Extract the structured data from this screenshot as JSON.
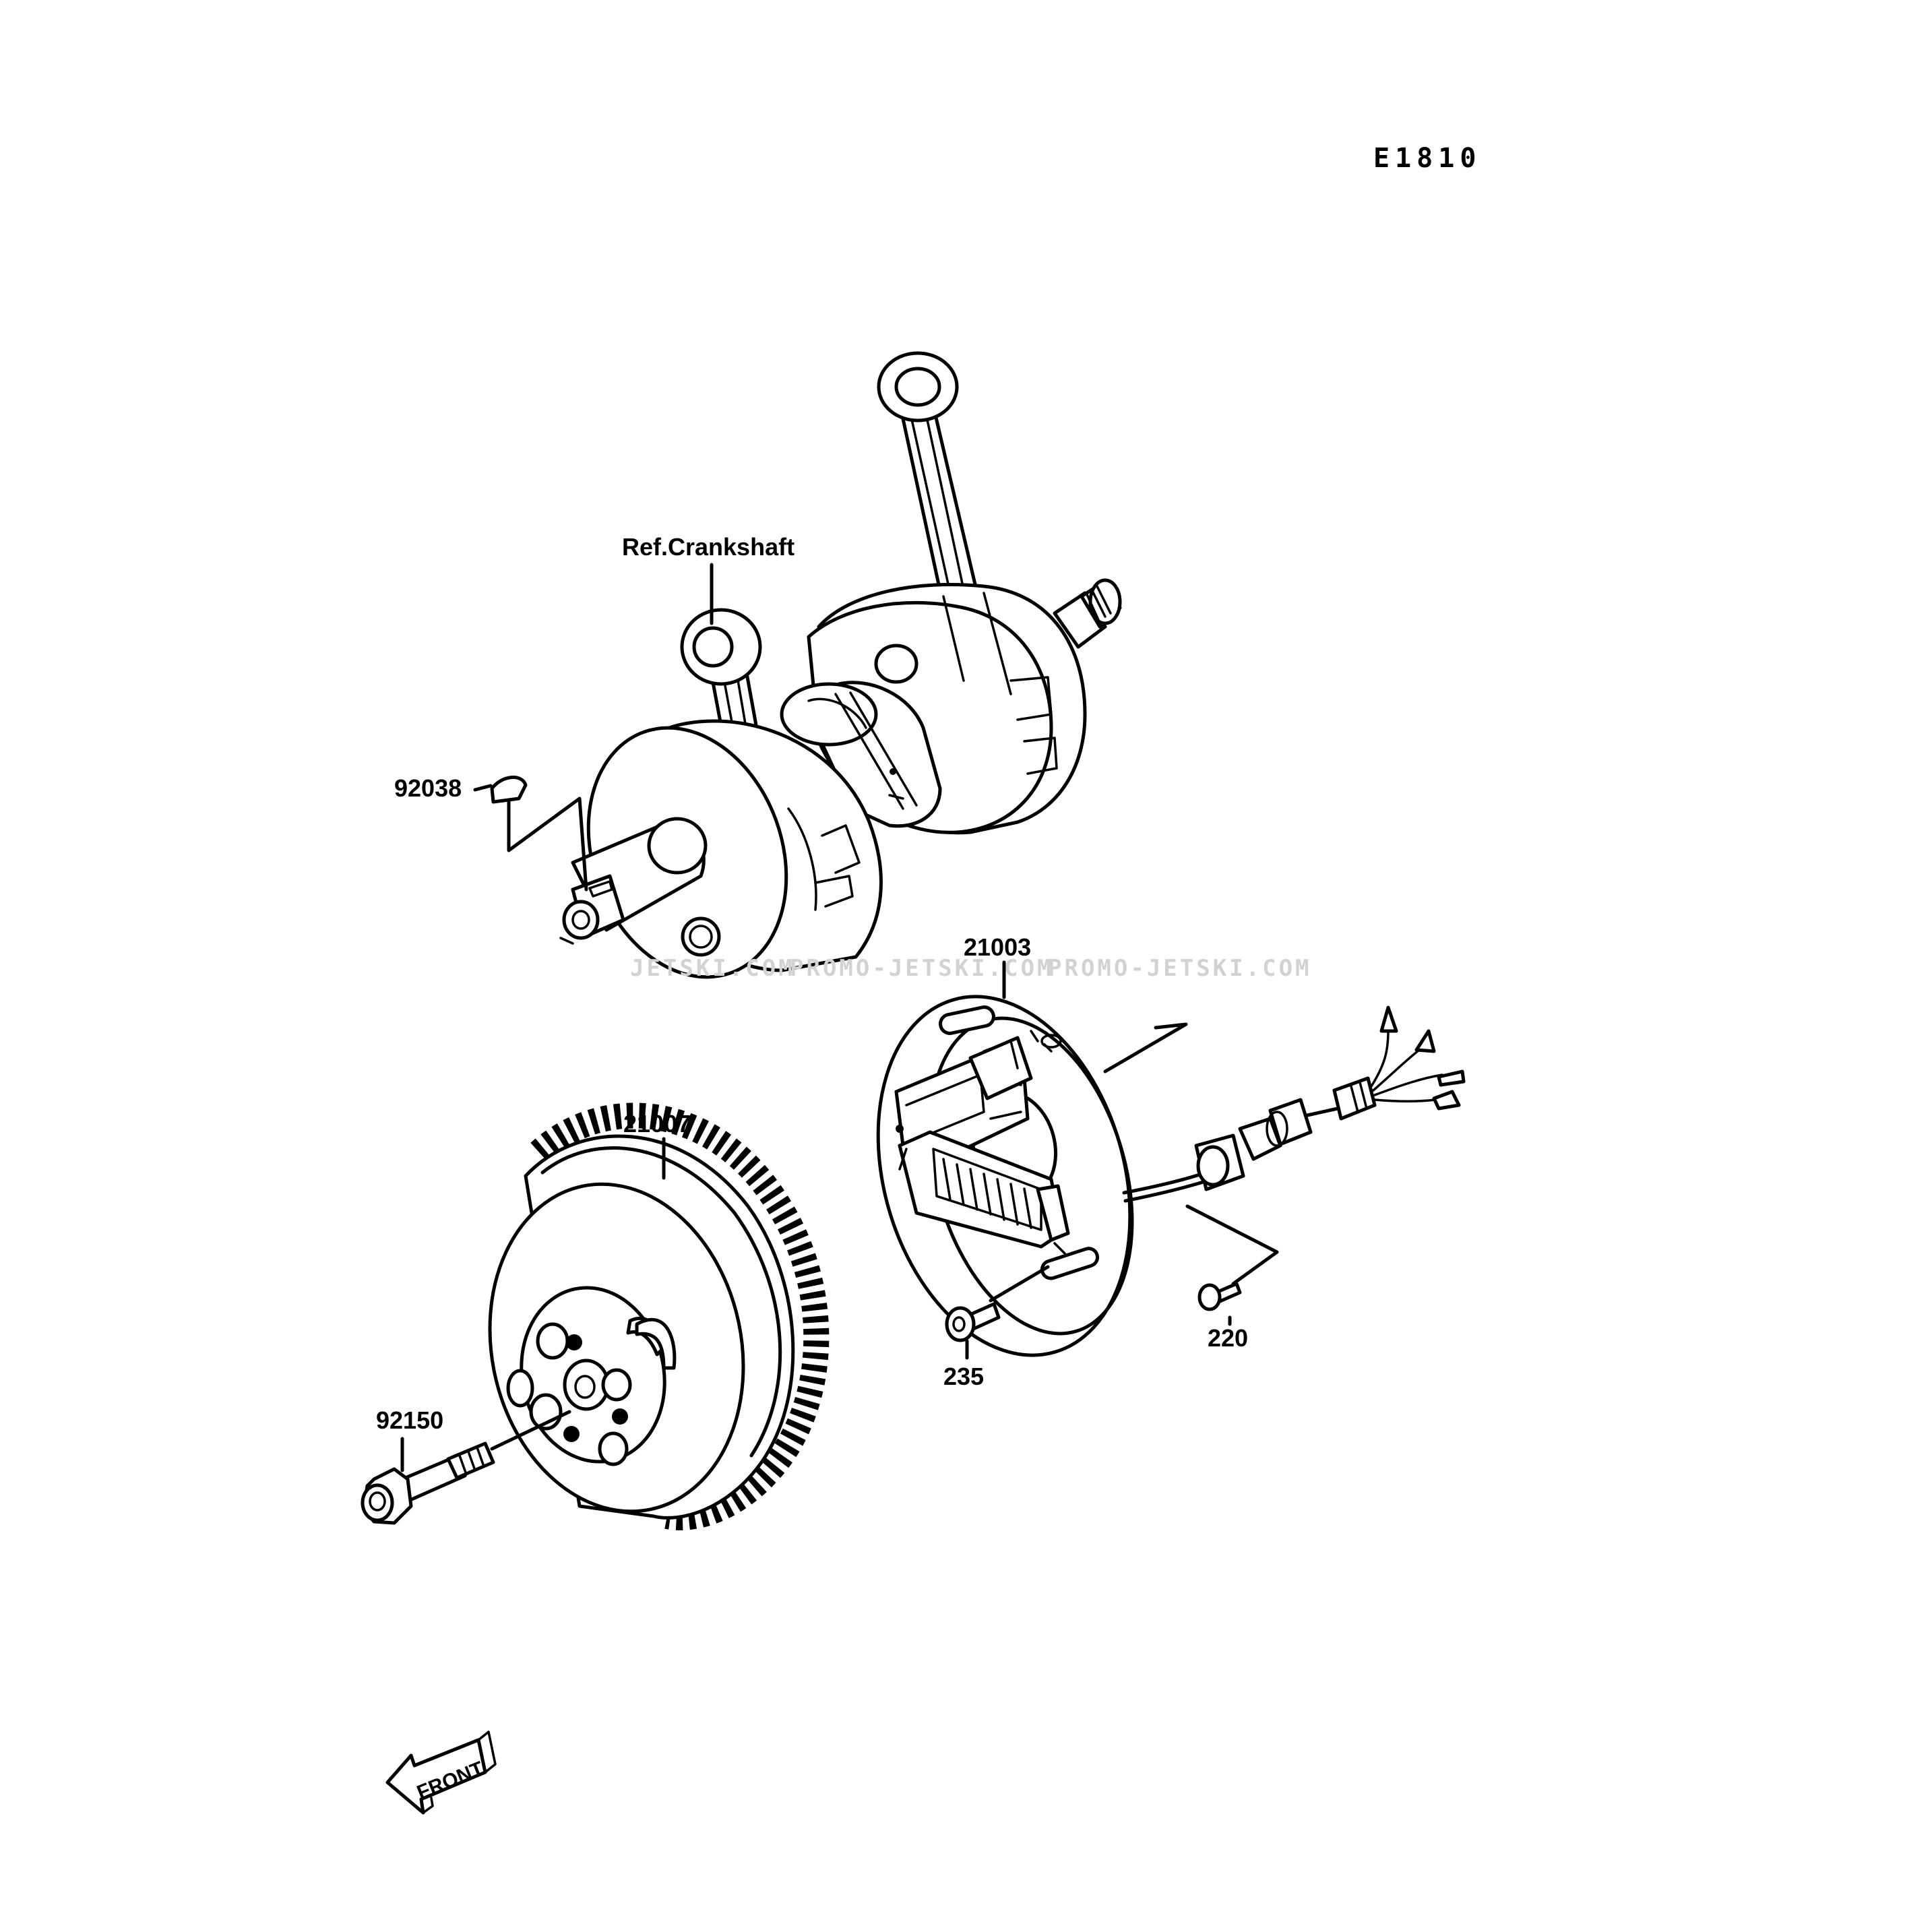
{
  "diagram": {
    "code": "E1810",
    "watermarks": [
      "JETSKI.COM",
      "PROMO-JETSKI.COM",
      "PROMO-JETSKI.COM"
    ],
    "front_label": "FRONT",
    "parts": {
      "crankshaft": "Ref.Crankshaft",
      "key": "92038",
      "stator": "21003",
      "flywheel": "21007",
      "screw_small": "220",
      "screw_stator": "235",
      "bolt": "92150"
    }
  }
}
